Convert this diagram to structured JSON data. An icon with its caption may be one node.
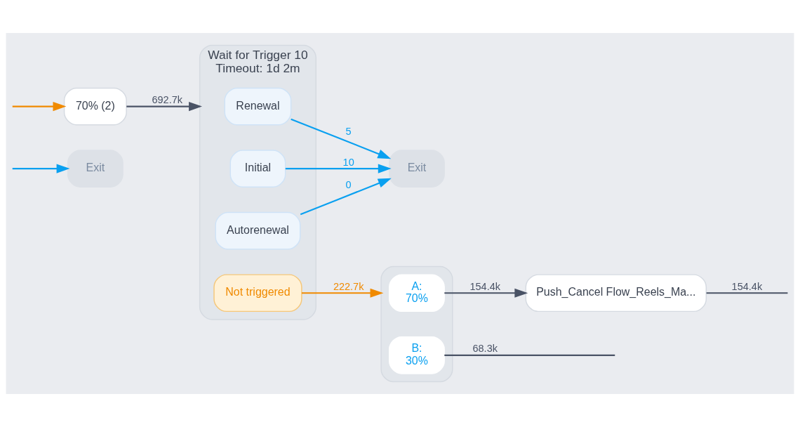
{
  "diagram": {
    "nodes": [
      {
        "text": [
          "Exit"
        ]
      },
      {
        "text": [
          "70% (2)"
        ]
      },
      {
        "text": [
          "Wait for Trigger 10",
          "Timeout: 1d 2m"
        ]
      },
      {
        "text": [
          "Renewal"
        ],
        "in": 2
      },
      {
        "text": [
          "Initial"
        ],
        "in": 2
      },
      {
        "text": [
          "Autorenewal"
        ],
        "in": 2
      },
      {
        "text": [
          "Not triggered"
        ],
        "in": 2
      },
      {
        "text": [
          "Exit"
        ]
      },
      {
        "text": [],
        "shape": "box"
      },
      {
        "text": [
          "A:",
          "70%"
        ],
        "in": 8
      },
      {
        "text": [
          "B:",
          "30%"
        ],
        "in": 8
      },
      {
        "text": [
          "Push_Cancel Flow_Reels_Ma..."
        ]
      }
    ],
    "edges": [
      {
        "from": null,
        "to": 0,
        "arrow": "to",
        "color": "#0aa0f0"
      },
      {
        "from": null,
        "to": 1,
        "arrow": "to",
        "color": "#f08a00"
      },
      {
        "from": 1,
        "to": 2,
        "arrow": "to",
        "label": "692.7k",
        "color": "#4a5366"
      },
      {
        "from": 3,
        "to": 7,
        "arrow": "to",
        "label": "5",
        "color": "#0aa0f0"
      },
      {
        "from": 4,
        "to": 7,
        "arrow": "to",
        "label": "10",
        "color": "#0aa0f0"
      },
      {
        "from": 5,
        "to": 7,
        "arrow": "to",
        "label": "0",
        "color": "#0aa0f0"
      },
      {
        "from": 6,
        "to": 8,
        "arrow": "to",
        "label": "222.7k",
        "color": "#f08a00"
      },
      {
        "from": 9,
        "to": 11,
        "arrow": "to",
        "label": "154.4k",
        "color": "#4a5366"
      },
      {
        "from": 10,
        "to": null,
        "arrow": "none",
        "label": "68.3k",
        "color": "#4a5366"
      },
      {
        "from": 11,
        "to": null,
        "arrow": "none",
        "label": "154.4k",
        "color": "#4a5366"
      }
    ]
  }
}
